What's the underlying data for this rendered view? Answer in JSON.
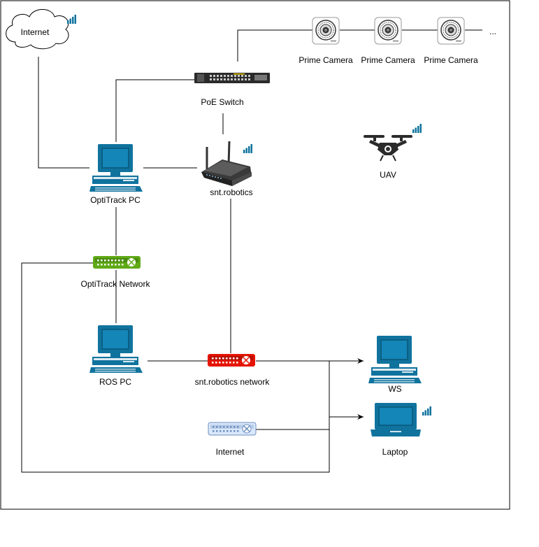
{
  "nodes": {
    "internet_cloud": {
      "label": "Internet"
    },
    "poe_switch": {
      "label": "PoE Switch"
    },
    "cameras": [
      {
        "label": "Prime Camera"
      },
      {
        "label": "Prime Camera"
      },
      {
        "label": "Prime Camera"
      }
    ],
    "camera_more": {
      "label": "..."
    },
    "optitrack_pc": {
      "label": "OptiTrack PC"
    },
    "router": {
      "label": "snt.robotics"
    },
    "uav": {
      "label": "UAV"
    },
    "optitrack_network": {
      "label": "OptiTrack Network"
    },
    "ros_pc": {
      "label": "ROS PC"
    },
    "snt_network": {
      "label": "snt.robotics network"
    },
    "ws": {
      "label": "WS"
    },
    "internet_switch": {
      "label": "Internet"
    },
    "laptop": {
      "label": "Laptop"
    }
  },
  "colors": {
    "computer": "#10739E",
    "optitrack_switch": "#60A917",
    "snt_switch": "#E51400",
    "internet_switch": "#DAE8FC",
    "signal": "#10739E"
  }
}
